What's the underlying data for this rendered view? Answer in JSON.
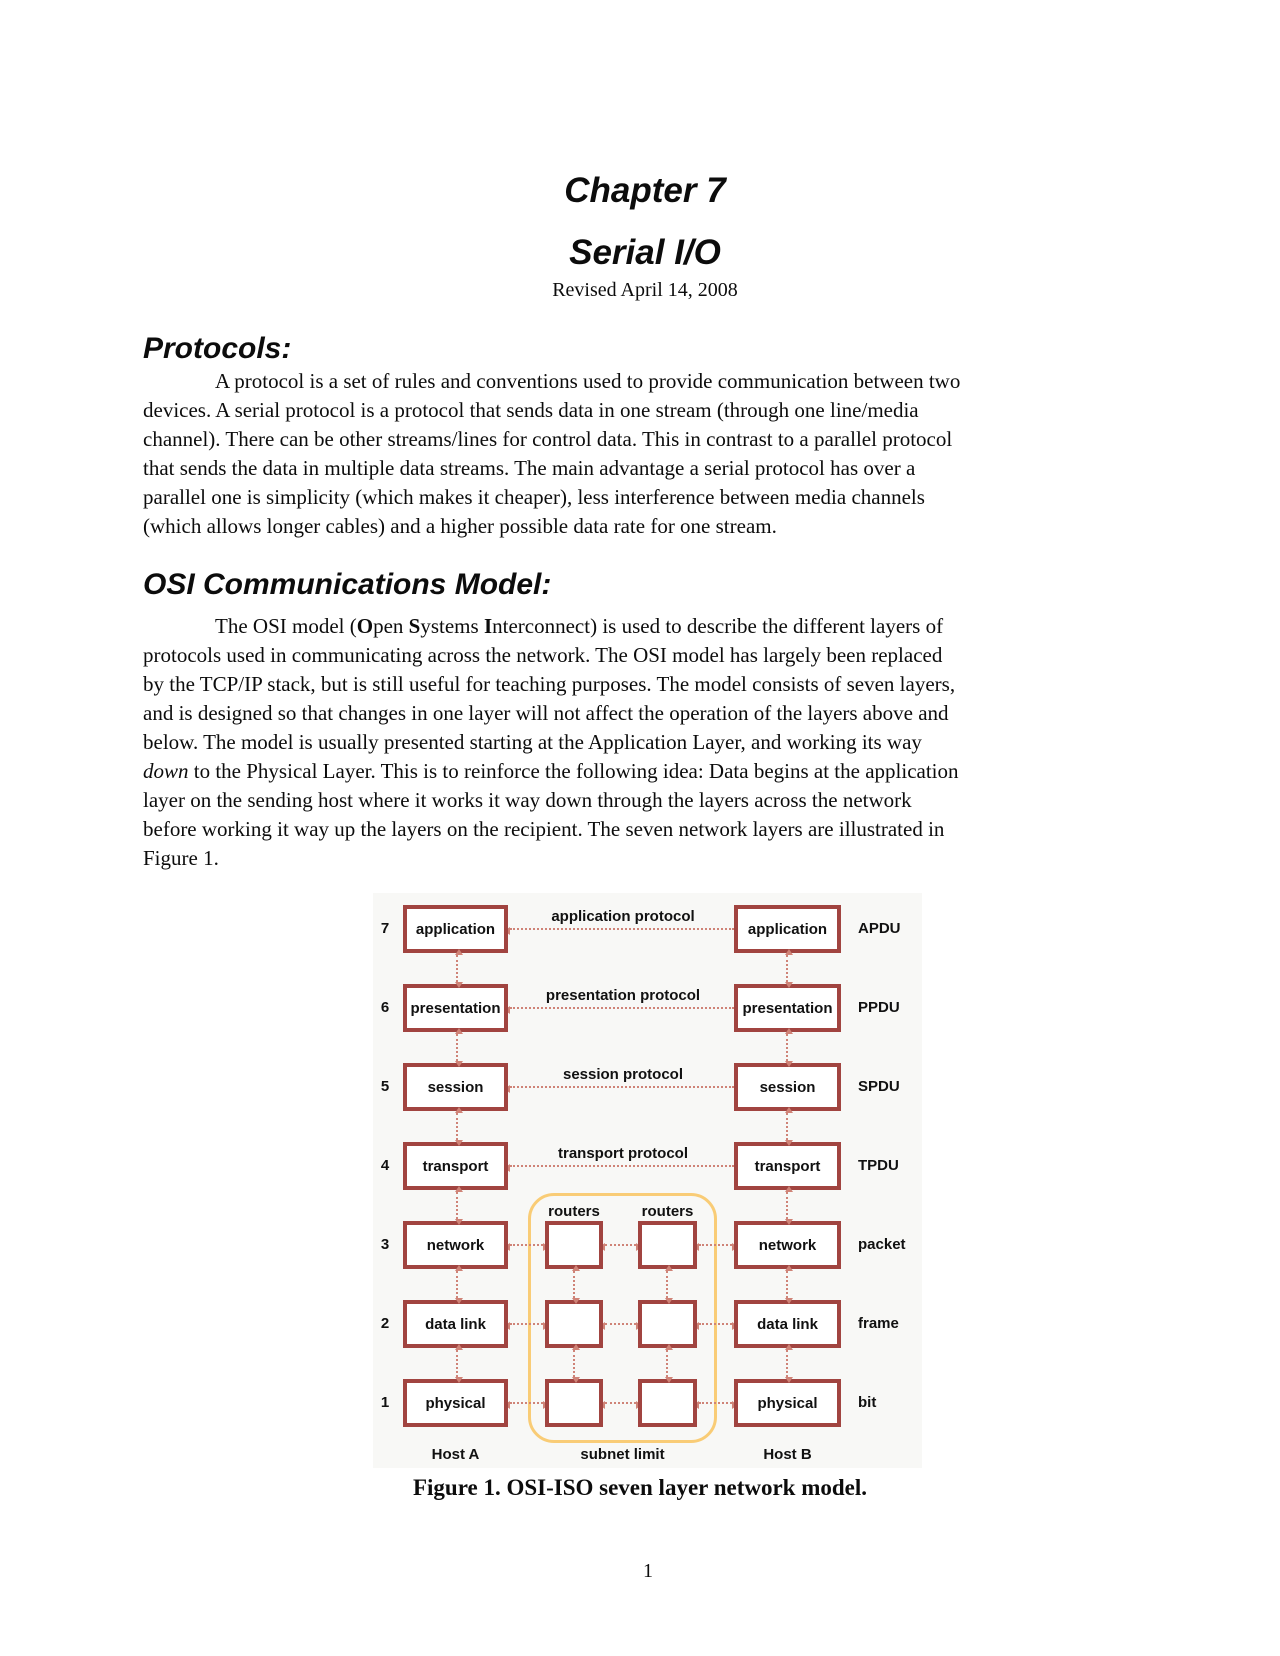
{
  "doc": {
    "chapter_title": "Chapter 7",
    "subtitle": "Serial I/O",
    "revised": "Revised April 14, 2008",
    "page_number": "1"
  },
  "protocols": {
    "heading": "Protocols:",
    "lines": [
      "A protocol is a set of rules and conventions used to provide communication between two",
      "devices. A serial protocol is a protocol that sends data in one stream (through one line/media",
      "channel). There can be other streams/lines for control data. This in contrast to a parallel protocol",
      "that sends the data in multiple data streams. The main advantage a serial protocol has over a",
      "parallel one is simplicity (which makes it cheaper), less interference between media channels",
      "(which allows longer cables) and a higher possible data rate for one stream."
    ]
  },
  "osi": {
    "heading": "OSI Communications Model:",
    "l1_pre": "The OSI model (",
    "l1_b1": "O",
    "l1_m1": "pen ",
    "l1_b2": "S",
    "l1_m2": "ystems ",
    "l1_b3": "I",
    "l1_post": "nterconnect) is used to describe the different layers of",
    "l2": "protocols used in communicating across the network. The OSI model has largely been replaced",
    "l3": "by the TCP/IP stack, but is still useful for teaching purposes. The model consists of seven layers,",
    "l4": "and is designed so that changes in one layer will not affect the operation of the layers above and",
    "l5": "below. The model is usually presented starting at the Application Layer, and working its way",
    "l6_italic": "down",
    "l6_rest": " to the Physical Layer. This is to reinforce the following idea: Data begins at the application",
    "l7": "layer on the sending host where it works it way down through the layers across the network",
    "l8": "before working it way up the layers on the recipient. The seven network layers are illustrated in",
    "l9": "Figure 1."
  },
  "figure": {
    "caption": "Figure 1. OSI-ISO seven layer network model.",
    "rows": [
      {
        "num": "7",
        "label": "application",
        "protocol": "application protocol",
        "pdu": "APDU"
      },
      {
        "num": "6",
        "label": "presentation",
        "protocol": "presentation protocol",
        "pdu": "PPDU"
      },
      {
        "num": "5",
        "label": "session",
        "protocol": "session protocol",
        "pdu": "SPDU"
      },
      {
        "num": "4",
        "label": "transport",
        "protocol": "transport protocol",
        "pdu": "TPDU"
      },
      {
        "num": "3",
        "label": "network",
        "pdu": "packet"
      },
      {
        "num": "2",
        "label": "data link",
        "pdu": "frame"
      },
      {
        "num": "1",
        "label": "physical",
        "pdu": "bit"
      }
    ],
    "routers_label_left": "routers",
    "routers_label_right": "routers",
    "host_a": "Host A",
    "subnet_limit": "subnet limit",
    "host_b": "Host B",
    "colors": {
      "box_border": "#a14440",
      "arrow": "#cf8377",
      "subnet_outline": "#f9cc76"
    }
  }
}
